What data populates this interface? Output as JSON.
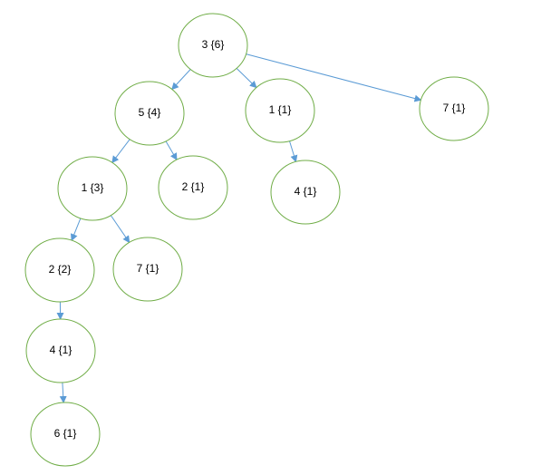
{
  "colors": {
    "node_stroke": "#70ad47",
    "edge_stroke": "#5b9bd5",
    "background": "#ffffff",
    "text": "#000000"
  },
  "nodes": [
    {
      "id": "n-root",
      "label": "3 {6}"
    },
    {
      "id": "n-5-4",
      "label": "5 {4}"
    },
    {
      "id": "n-1-1",
      "label": "1 {1}"
    },
    {
      "id": "n-7-1-top",
      "label": "7 {1}"
    },
    {
      "id": "n-1-3",
      "label": "1 {3}"
    },
    {
      "id": "n-2-1",
      "label": "2 {1}"
    },
    {
      "id": "n-4-1-right",
      "label": "4 {1}"
    },
    {
      "id": "n-2-2",
      "label": "2 {2}"
    },
    {
      "id": "n-7-1-mid",
      "label": "7 {1}"
    },
    {
      "id": "n-4-1-left",
      "label": "4 {1}"
    },
    {
      "id": "n-6-1",
      "label": "6 {1}"
    }
  ],
  "edges": [
    {
      "from": "n-root",
      "to": "n-5-4"
    },
    {
      "from": "n-root",
      "to": "n-1-1"
    },
    {
      "from": "n-root",
      "to": "n-7-1-top"
    },
    {
      "from": "n-5-4",
      "to": "n-1-3"
    },
    {
      "from": "n-5-4",
      "to": "n-2-1"
    },
    {
      "from": "n-1-1",
      "to": "n-4-1-right"
    },
    {
      "from": "n-1-3",
      "to": "n-2-2"
    },
    {
      "from": "n-1-3",
      "to": "n-7-1-mid"
    },
    {
      "from": "n-2-2",
      "to": "n-4-1-left"
    },
    {
      "from": "n-4-1-left",
      "to": "n-6-1"
    }
  ]
}
